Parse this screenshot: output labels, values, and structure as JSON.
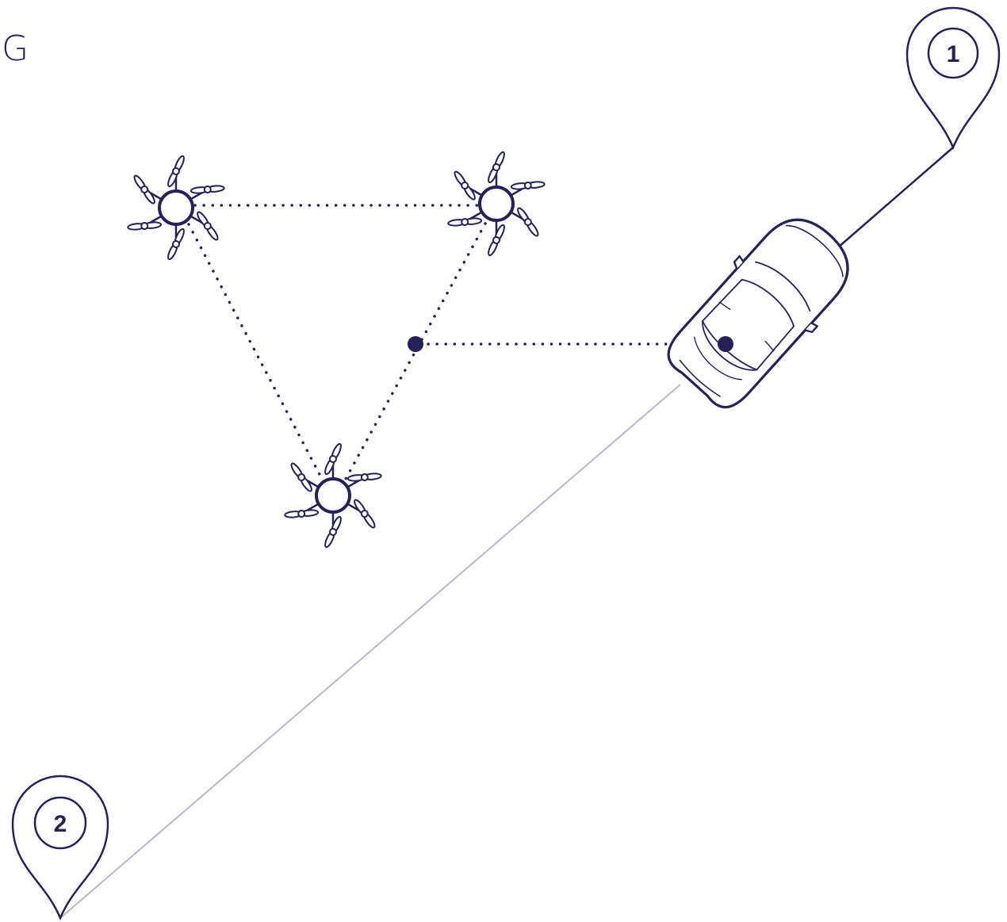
{
  "figure_label": "G",
  "colors": {
    "stroke": "#23235a",
    "faint_line": "#b9b6cf",
    "background": "#ffffff"
  },
  "markers": [
    {
      "name": "marker-1",
      "label": "1",
      "icon": "map-pin-icon"
    },
    {
      "name": "marker-2",
      "label": "2",
      "icon": "map-pin-icon"
    }
  ],
  "drones": [
    {
      "name": "drone-top-left",
      "icon": "hexacopter-icon"
    },
    {
      "name": "drone-top-right",
      "icon": "hexacopter-icon"
    },
    {
      "name": "drone-bottom",
      "icon": "hexacopter-icon"
    }
  ],
  "vehicle": {
    "icon": "car-icon"
  },
  "formation_center": {
    "icon": "centroid-dot-icon"
  }
}
